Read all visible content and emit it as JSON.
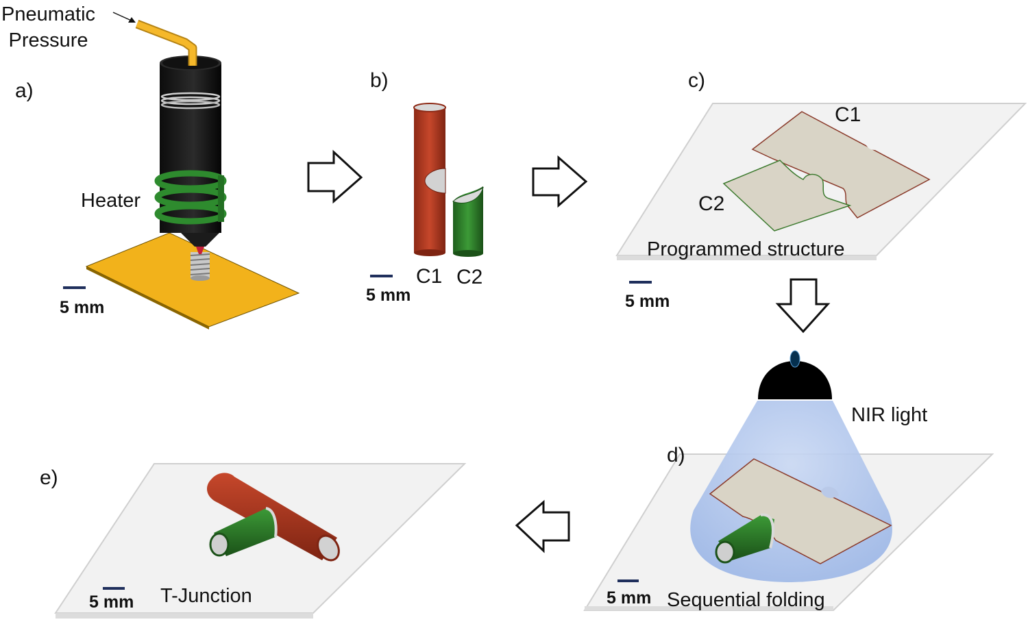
{
  "panels": {
    "a": {
      "letter": "a)",
      "pressure_label": "Pneumatic\nPressure",
      "heater_label": "Heater",
      "scale": "5 mm"
    },
    "b": {
      "letter": "b)",
      "c1": "C1",
      "c2": "C2",
      "scale": "5 mm"
    },
    "c": {
      "letter": "c)",
      "c1": "C1",
      "c2": "C2",
      "caption": "Programmed structure",
      "scale": "5 mm"
    },
    "d": {
      "letter": "d)",
      "light_label": "NIR light",
      "caption": "Sequential folding",
      "scale": "5 mm"
    },
    "e": {
      "letter": "e)",
      "caption": "T-Junction",
      "scale": "5 mm"
    }
  },
  "colors": {
    "cylinder_red": "#b83a22",
    "cylinder_green": "#2f7d2b",
    "substrate_yellow": "#f2b21b",
    "tube_yellow": "#f5b82a",
    "heater_green": "#2e8b2e",
    "scale_bar": "#1f2f5c",
    "plate": "#f1f1f1",
    "sheet": "#d9d4c6",
    "light_cone": "#a9c2ea"
  },
  "arrows": [
    "right",
    "right",
    "down",
    "left"
  ]
}
